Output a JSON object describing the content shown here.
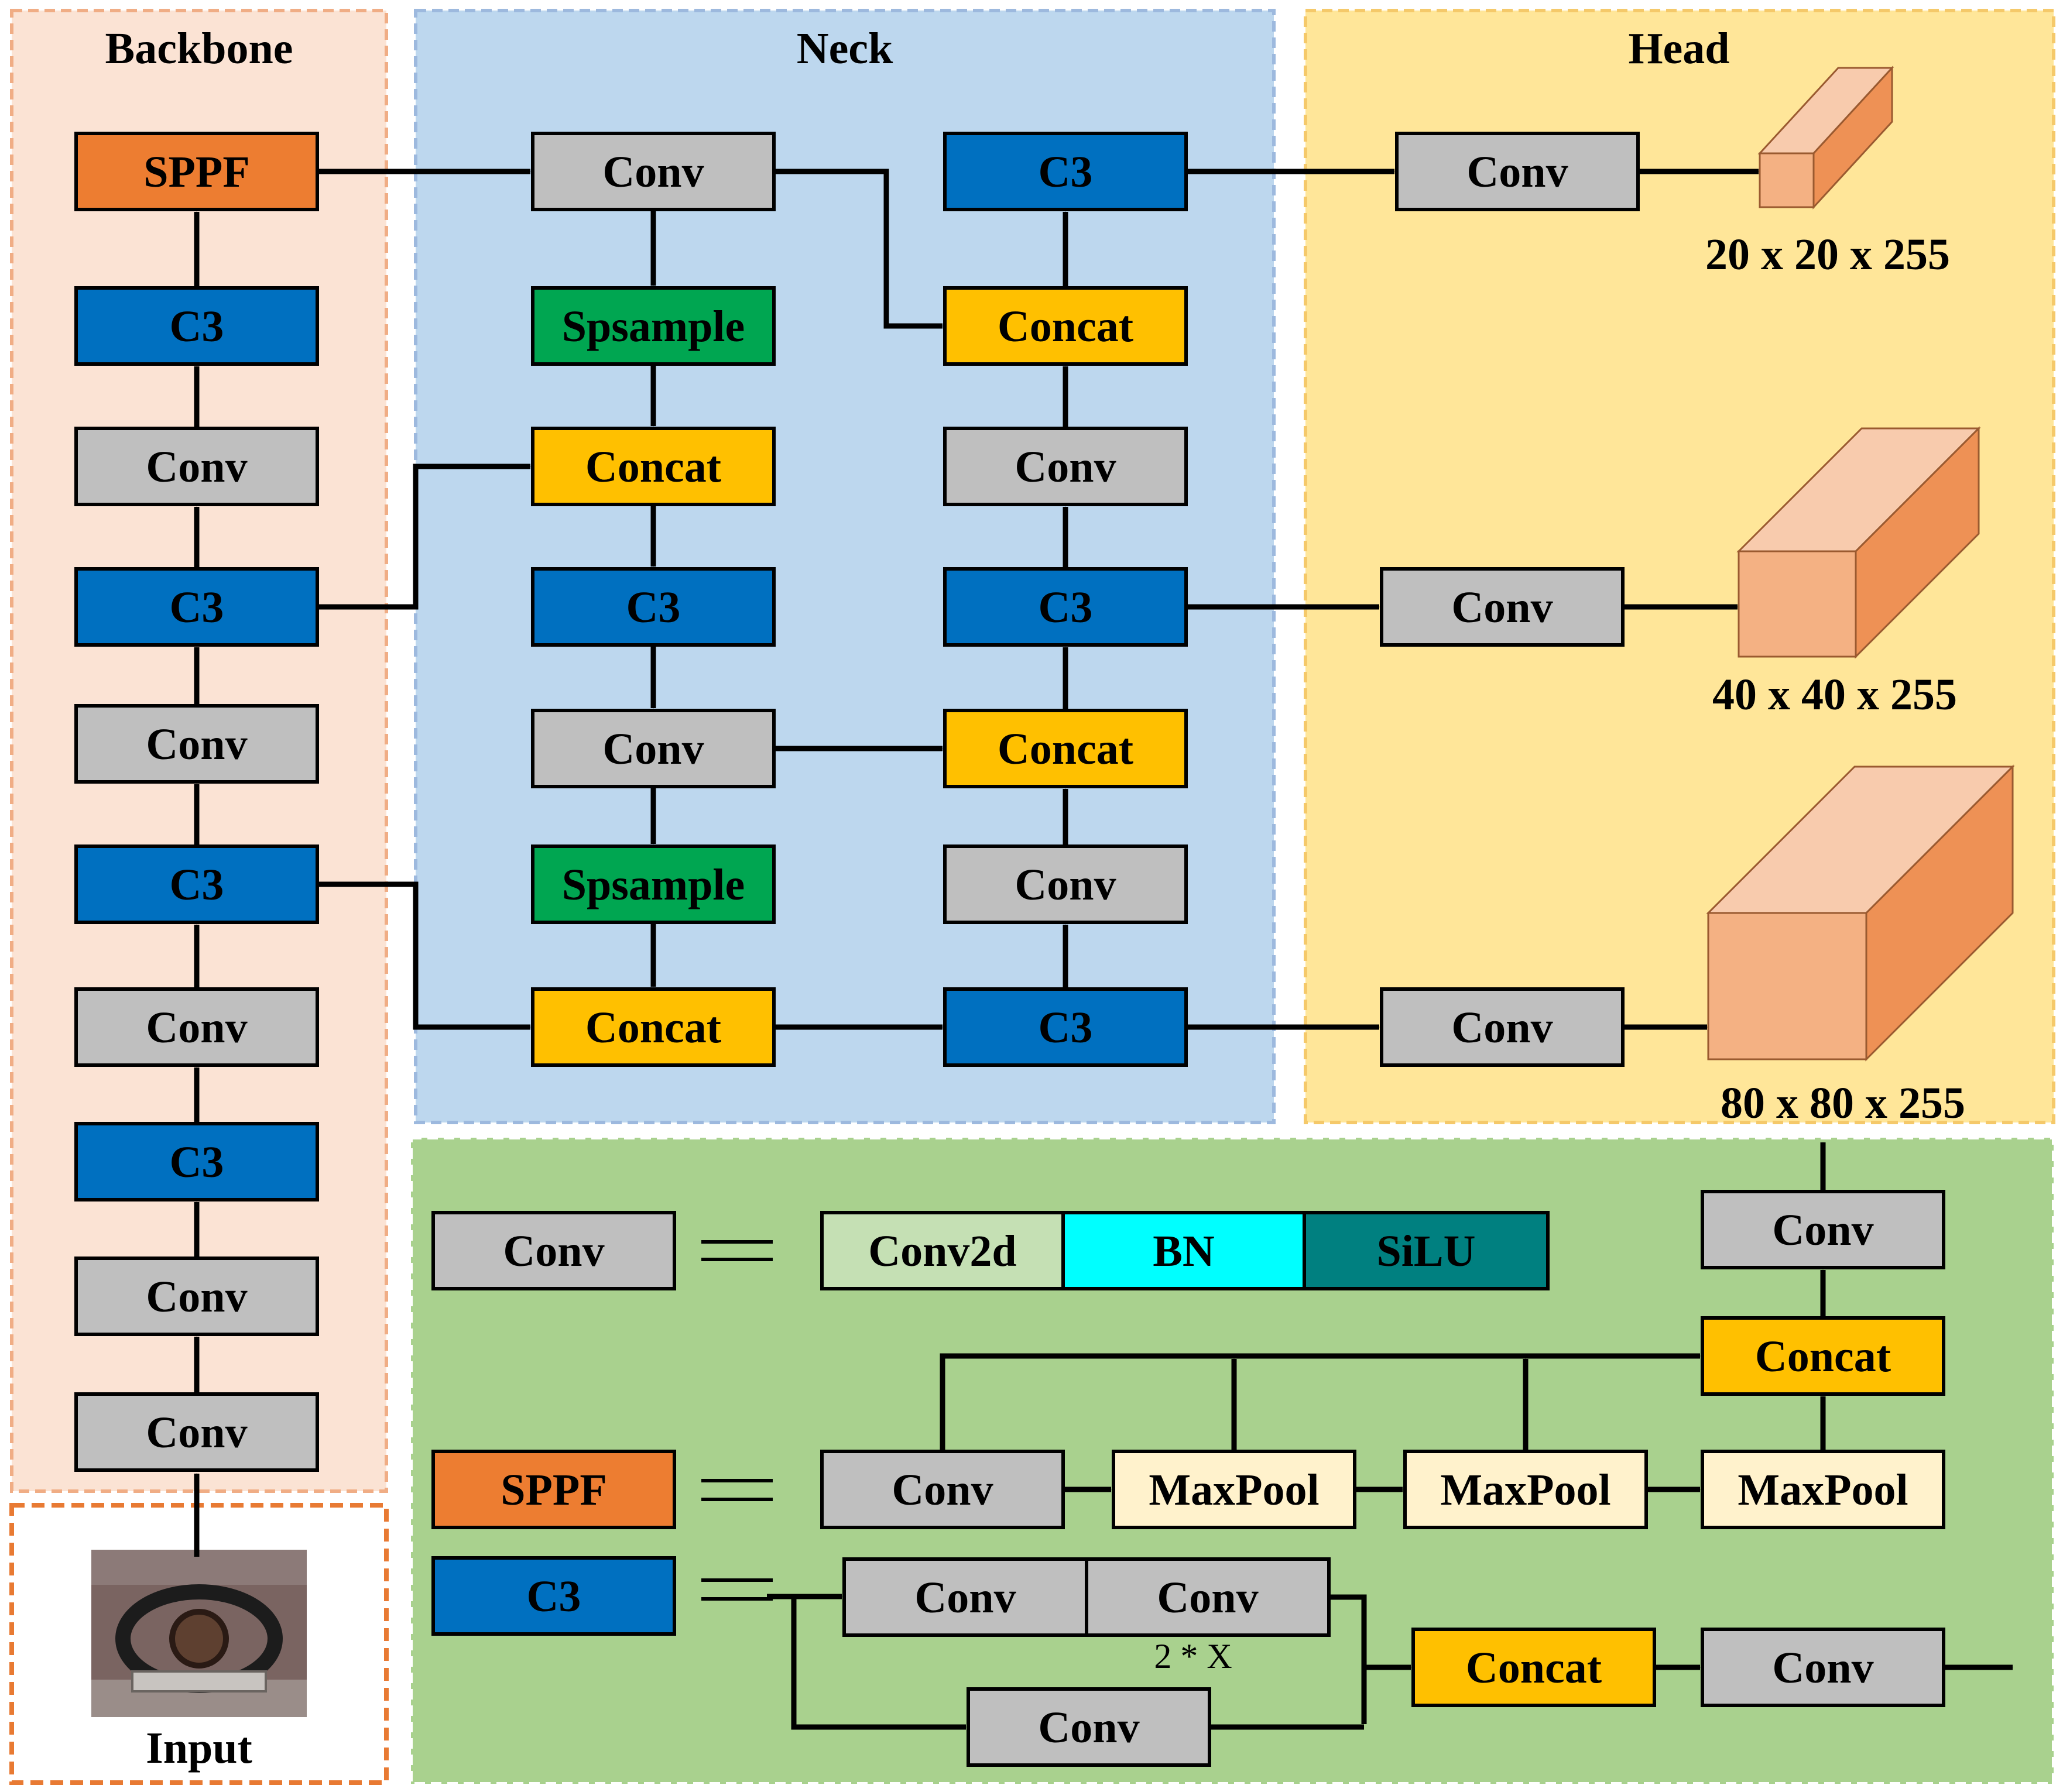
{
  "colors": {
    "backbone_bg": "#FBE3D4",
    "backbone_border": "#F0AD85",
    "neck_bg": "#BDD7EE",
    "neck_border": "#9DB9DE",
    "head_bg": "#FFE699",
    "head_border": "#F5C96A",
    "legend_bg": "#A9D18E",
    "input_border": "#E87A33",
    "conv": "#BFBFBF",
    "c3": "#0070C0",
    "sppf": "#ED7D31",
    "concat": "#FFC000",
    "upsample": "#00A651",
    "maxpool": "#FFF2CC",
    "conv2d": "#C5E0B4",
    "bn": "#00FFFF",
    "silu": "#008080",
    "cube_front": "#F4B183",
    "cube_top": "#F8CBAD",
    "cube_side": "#EE9155"
  },
  "sections": {
    "backbone": "Backbone",
    "neck": "Neck",
    "head": "Head",
    "input": "Input"
  },
  "backbone": [
    "SPPF",
    "C3",
    "Conv",
    "C3",
    "Conv",
    "C3",
    "Conv",
    "C3",
    "Conv",
    "Conv"
  ],
  "neck_left": [
    "Conv",
    "Spsample",
    "Concat",
    "C3",
    "Conv",
    "Spsample",
    "Concat"
  ],
  "neck_right": [
    "C3",
    "Concat",
    "Conv",
    "C3",
    "Concat",
    "Conv",
    "C3"
  ],
  "head": {
    "convs": [
      "Conv",
      "Conv",
      "Conv"
    ],
    "dims": [
      "20 x 20 x 255",
      "40 x 40 x 255",
      "80 x 80 x 255"
    ]
  },
  "legend": {
    "conv_def": {
      "lhs": "Conv",
      "parts": [
        "Conv2d",
        "BN",
        "SiLU"
      ]
    },
    "sppf_def": {
      "lhs": "SPPF",
      "conv": "Conv",
      "maxpools": [
        "MaxPool",
        "MaxPool",
        "MaxPool"
      ],
      "concat": "Concat",
      "out_conv": "Conv"
    },
    "c3_def": {
      "lhs": "C3",
      "conv_a": "Conv",
      "conv_b": "Conv",
      "repeat": "2 * X",
      "conv_skip": "Conv",
      "concat": "Concat",
      "out_conv": "Conv"
    }
  }
}
